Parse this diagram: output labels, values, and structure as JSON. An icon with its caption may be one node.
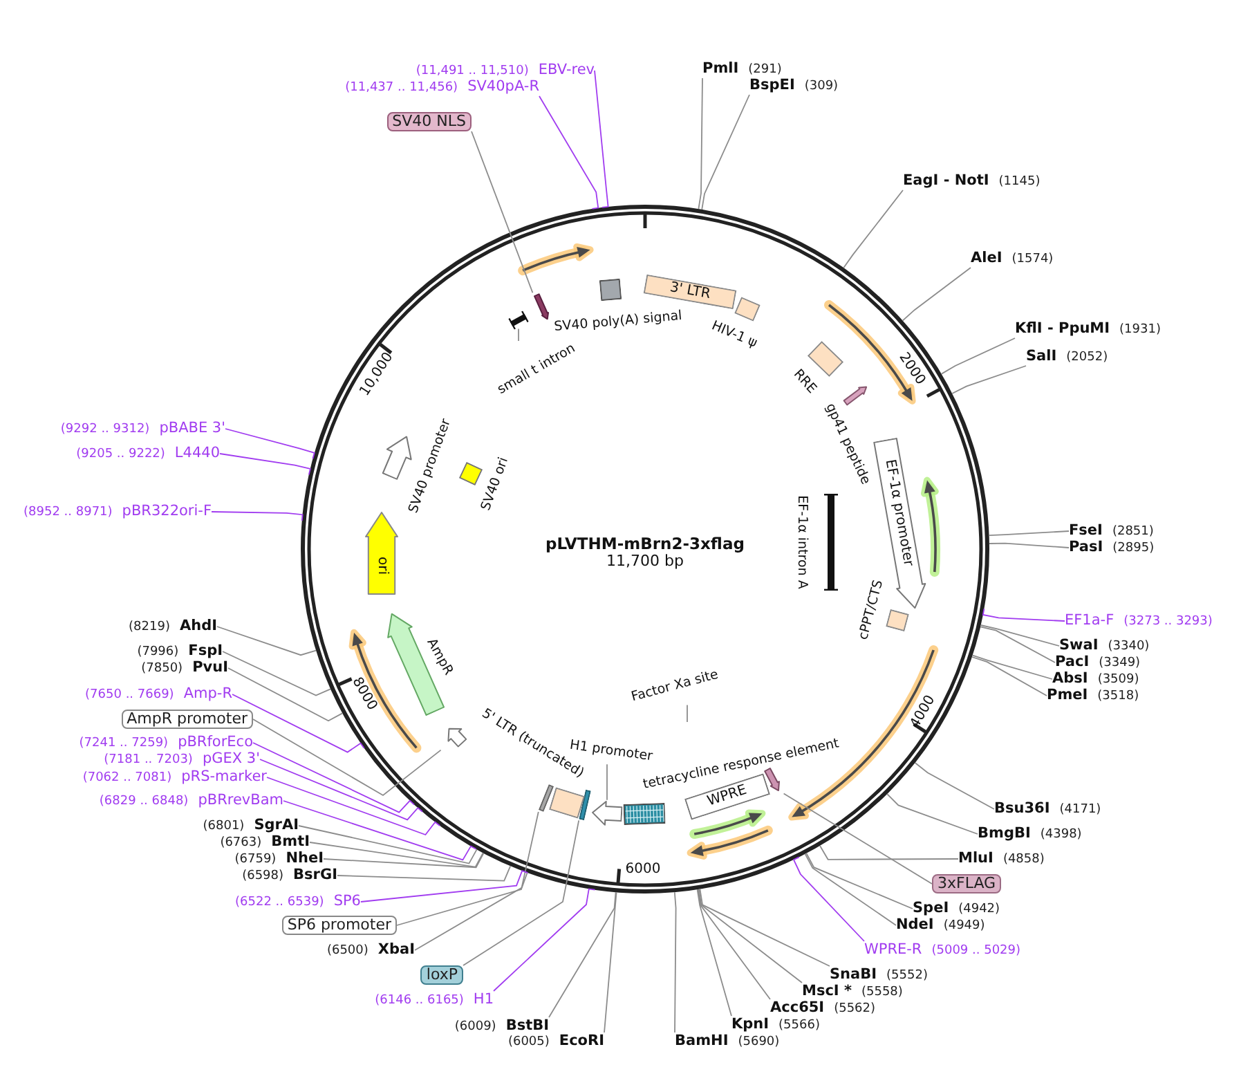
{
  "diagram": {
    "title": "pLVTHM-mBrn2-3xflag",
    "nodes": [
      {
        "text": [
          "3' LTR"
        ]
      },
      {
        "text": [],
        "shape": "box",
        "beside": [
          "HIV-1 ψ"
        ]
      },
      {
        "text": [],
        "shape": "box",
        "beside": [
          "RRE"
        ]
      },
      {
        "text": [],
        "shape": "arrow",
        "beside": [
          "gp41 peptide"
        ]
      },
      {
        "text": [
          "EF-1α promoter"
        ]
      },
      {
        "text": [],
        "shape": "bar",
        "beside": [
          "EF-1α intron A"
        ]
      },
      {
        "text": [],
        "shape": "box",
        "beside": [
          "cPPT/CTS"
        ]
      },
      {
        "text": [],
        "shape": "arrow"
      },
      {
        "text": [
          "WPRE"
        ]
      },
      {
        "text": [],
        "shape": "box"
      },
      {
        "text": [],
        "shape": "arrow"
      },
      {
        "text": [],
        "shape": "bar"
      },
      {
        "text": [],
        "shape": "box"
      },
      {
        "text": [],
        "shape": "bar"
      },
      {
        "text": [],
        "shape": "arrow"
      },
      {
        "text": [],
        "shape": "arrow",
        "beside": [
          "AmpR"
        ]
      },
      {
        "text": [
          "ori"
        ]
      },
      {
        "text": [],
        "shape": "box",
        "beside": [
          "SV40 ori"
        ]
      },
      {
        "text": [],
        "shape": "arrow",
        "beside": [
          "SV40 promoter"
        ]
      },
      {
        "text": [],
        "shape": "bar"
      },
      {
        "text": [],
        "shape": "arrow"
      },
      {
        "text": [],
        "shape": "box"
      },
      {
        "text": [
          "small t intron"
        ]
      },
      {
        "text": [
          "H1 promoter"
        ]
      },
      {
        "text": [
          "Factor Xa site"
        ]
      },
      {
        "text": [
          "PmlI",
          "(291)"
        ]
      },
      {
        "text": [
          "BspEI",
          "(309)"
        ]
      },
      {
        "text": [
          "EagI - NotI",
          "(1145)"
        ]
      },
      {
        "text": [
          "AleI",
          "(1574)"
        ]
      },
      {
        "text": [
          "KflI - PpuMI",
          "(1931)"
        ]
      },
      {
        "text": [
          "SalI",
          "(2052)"
        ]
      },
      {
        "text": [
          "FseI",
          "(2851)"
        ]
      },
      {
        "text": [
          "PasI",
          "(2895)"
        ]
      },
      {
        "text": [
          "EF1a-F",
          "(3273 .. 3293)"
        ]
      },
      {
        "text": [
          "SwaI",
          "(3340)"
        ]
      },
      {
        "text": [
          "PacI",
          "(3349)"
        ]
      },
      {
        "text": [
          "AbsI",
          "(3509)"
        ]
      },
      {
        "text": [
          "PmeI",
          "(3518)"
        ]
      },
      {
        "text": [
          "Bsu36I",
          "(4171)"
        ]
      },
      {
        "text": [
          "BmgBI",
          "(4398)"
        ]
      },
      {
        "text": [
          "MluI",
          "(4858)"
        ]
      },
      {
        "text": [
          "3xFLAG"
        ]
      },
      {
        "text": [
          "SpeI",
          "(4942)"
        ]
      },
      {
        "text": [
          "NdeI",
          "(4949)"
        ]
      },
      {
        "text": [
          "WPRE-R",
          "(5009 .. 5029)"
        ]
      },
      {
        "text": [
          "SnaBI",
          "(5552)"
        ]
      },
      {
        "text": [
          "MscI *",
          "(5558)"
        ]
      },
      {
        "text": [
          "Acc65I",
          "(5562)"
        ]
      },
      {
        "text": [
          "KpnI",
          "(5566)"
        ]
      },
      {
        "text": [
          "BamHI",
          "(5690)"
        ]
      },
      {
        "text": [
          "(6005)",
          "EcoRI"
        ]
      },
      {
        "text": [
          "(6009)",
          "BstBI"
        ]
      },
      {
        "text": [
          "(6146 .. 6165)",
          "H1"
        ]
      },
      {
        "text": [
          "loxP"
        ]
      },
      {
        "text": [
          "(6500)",
          "XbaI"
        ]
      },
      {
        "text": [
          "SP6 promoter"
        ]
      },
      {
        "text": [
          "(6522 .. 6539)",
          "SP6"
        ]
      },
      {
        "text": [
          "(6598)",
          "BsrGI"
        ]
      },
      {
        "text": [
          "(6759)",
          "NheI"
        ]
      },
      {
        "text": [
          "(6763)",
          "BmtI"
        ]
      },
      {
        "text": [
          "(6801)",
          "SgrAI"
        ]
      },
      {
        "text": [
          "(6829 .. 6848)",
          "pBRrevBam"
        ]
      },
      {
        "text": [
          "(7062 .. 7081)",
          "pRS-marker"
        ]
      },
      {
        "text": [
          "(7181 .. 7203)",
          "pGEX 3'"
        ]
      },
      {
        "text": [
          "(7241 .. 7259)",
          "pBRforEco"
        ]
      },
      {
        "text": [
          "AmpR promoter"
        ]
      },
      {
        "text": [
          "(7650 .. 7669)",
          "Amp-R"
        ]
      },
      {
        "text": [
          "(7850)",
          "PvuI"
        ]
      },
      {
        "text": [
          "(7996)",
          "FspI"
        ]
      },
      {
        "text": [
          "(8219)",
          "AhdI"
        ]
      },
      {
        "text": [
          "(8952 .. 8971)",
          "pBR322ori-F"
        ]
      },
      {
        "text": [
          "(9205 .. 9222)",
          "L4440"
        ]
      },
      {
        "text": [
          "(9292 .. 9312)",
          "pBABE 3'"
        ]
      },
      {
        "text": [
          "SV40 NLS"
        ]
      },
      {
        "text": [
          "(11,437 .. 11,456)",
          "SV40pA-R"
        ]
      },
      {
        "text": [
          "(11,491 .. 11,510)",
          "EBV-rev"
        ]
      }
    ],
    "edges": [
      {
        "from": 22,
        "to": 19,
        "arrow": "none"
      },
      {
        "from": 23,
        "to": 10,
        "arrow": "none"
      },
      {
        "from": 24,
        "to": null,
        "arrow": "none"
      },
      {
        "from": 25,
        "to": null,
        "arrow": "none"
      },
      {
        "from": 26,
        "to": null,
        "arrow": "none"
      },
      {
        "from": 27,
        "to": null,
        "arrow": "none"
      },
      {
        "from": 28,
        "to": null,
        "arrow": "none"
      },
      {
        "from": 29,
        "to": null,
        "arrow": "none"
      },
      {
        "from": 30,
        "to": null,
        "arrow": "none"
      },
      {
        "from": 31,
        "to": null,
        "arrow": "none"
      },
      {
        "from": 32,
        "to": null,
        "arrow": "none"
      },
      {
        "from": 33,
        "to": null,
        "arrow": "none",
        "color": "#a13cf0"
      },
      {
        "from": 34,
        "to": null,
        "arrow": "none"
      },
      {
        "from": 35,
        "to": null,
        "arrow": "none"
      },
      {
        "from": 36,
        "to": null,
        "arrow": "none"
      },
      {
        "from": 37,
        "to": null,
        "arrow": "none"
      },
      {
        "from": 38,
        "to": null,
        "arrow": "none"
      },
      {
        "from": 39,
        "to": null,
        "arrow": "none"
      },
      {
        "from": 40,
        "to": null,
        "arrow": "none"
      },
      {
        "from": 41,
        "to": 7,
        "arrow": "none"
      },
      {
        "from": 42,
        "to": null,
        "arrow": "none"
      },
      {
        "from": 43,
        "to": null,
        "arrow": "none"
      },
      {
        "from": 44,
        "to": null,
        "arrow": "none",
        "color": "#a13cf0"
      },
      {
        "from": 45,
        "to": null,
        "arrow": "none"
      },
      {
        "from": 46,
        "to": null,
        "arrow": "none"
      },
      {
        "from": 47,
        "to": null,
        "arrow": "none"
      },
      {
        "from": 48,
        "to": null,
        "arrow": "none"
      },
      {
        "from": 49,
        "to": null,
        "arrow": "none"
      },
      {
        "from": 50,
        "to": null,
        "arrow": "none"
      },
      {
        "from": 51,
        "to": null,
        "arrow": "none"
      },
      {
        "from": 52,
        "to": null,
        "arrow": "none",
        "color": "#a13cf0"
      },
      {
        "from": 53,
        "to": 11,
        "arrow": "none"
      },
      {
        "from": 54,
        "to": null,
        "arrow": "none"
      },
      {
        "from": 55,
        "to": 13,
        "arrow": "none"
      },
      {
        "from": 56,
        "to": null,
        "arrow": "none",
        "color": "#a13cf0"
      },
      {
        "from": 57,
        "to": null,
        "arrow": "none"
      },
      {
        "from": 58,
        "to": null,
        "arrow": "none"
      },
      {
        "from": 59,
        "to": null,
        "arrow": "none"
      },
      {
        "from": 60,
        "to": null,
        "arrow": "none"
      },
      {
        "from": 61,
        "to": null,
        "arrow": "none",
        "color": "#a13cf0"
      },
      {
        "from": 62,
        "to": null,
        "arrow": "none",
        "color": "#a13cf0"
      },
      {
        "from": 63,
        "to": null,
        "arrow": "none",
        "color": "#a13cf0"
      },
      {
        "from": 64,
        "to": null,
        "arrow": "none",
        "color": "#a13cf0"
      },
      {
        "from": 65,
        "to": 14,
        "arrow": "none"
      },
      {
        "from": 66,
        "to": null,
        "arrow": "none",
        "color": "#a13cf0"
      },
      {
        "from": 67,
        "to": null,
        "arrow": "none"
      },
      {
        "from": 68,
        "to": null,
        "arrow": "none"
      },
      {
        "from": 69,
        "to": null,
        "arrow": "none"
      },
      {
        "from": 70,
        "to": null,
        "arrow": "none",
        "color": "#a13cf0"
      },
      {
        "from": 71,
        "to": null,
        "arrow": "none",
        "color": "#a13cf0"
      },
      {
        "from": 72,
        "to": null,
        "arrow": "none",
        "color": "#a13cf0"
      },
      {
        "from": 73,
        "to": 20,
        "arrow": "none"
      },
      {
        "from": 74,
        "to": null,
        "arrow": "none",
        "color": "#a13cf0"
      },
      {
        "from": 75,
        "to": null,
        "arrow": "none",
        "color": "#a13cf0"
      }
    ],
    "labels": [
      "SV40 poly(A) signal",
      "10,000",
      "2000",
      "11,700 bp",
      "8000",
      "4000",
      "5' LTR (truncated)",
      "tetracycline response element",
      "6000"
    ]
  }
}
